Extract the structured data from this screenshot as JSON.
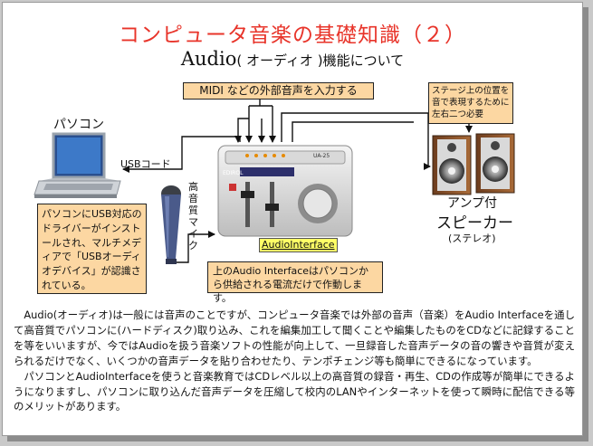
{
  "slide": {
    "title": "コンピュータ音楽の基礎知識（２）",
    "subtitle_en": "Audio",
    "subtitle_mid": "( オーディオ )",
    "subtitle_rest": "機能について"
  },
  "diagram": {
    "midi_box": "MIDI などの外部音声を入力する",
    "stage_box": "ステージ上の位置を音で表現するために左右二つ必要",
    "pc_label": "パソコン",
    "usb_label": "USBコード",
    "mic_label": "高音質マイク",
    "interface_label": "AudioInterface",
    "speaker_label_1": "アンプ付",
    "speaker_label_2": "スピーカー",
    "speaker_label_3": "(ステレオ)",
    "driver_note": "パソコンにUSB対応のドライバーがインストールされ、マルチメディアで「USBオーディオデバイス」が認識されている。",
    "power_note": "上のAudio Interfaceはパソコンから供給される電流だけで作動します。",
    "device_brand": "EDIROL",
    "device_model": "UA-25"
  },
  "body": {
    "paragraph1": "Audio(オーディオ)は一般には音声のことですが、コンピュータ音楽では外部の音声（音楽）をAudio Interfaceを通して高音質でパソコンに(ハードディスク)取り込み、これを編集加工して聞くことや編集したものをCDなどに記録することを等をいいますが、今ではAudioを扱う音楽ソフトの性能が向上して、一旦録音した音声データの音の響きや音質が変えられるだけでなく、いくつかの音声データを貼り合わせたり、テンポチェンジ等も簡単にできるになっています。",
    "paragraph2": "パソコンとAudioInterfaceを使うと音楽教育ではCDレベル以上の高音質の録音・再生、CDの作成等が簡単にできるようになりますし、パソコンに取り込んだ音声データを圧縮して校内のLANやインターネットを使って瞬時に配信できる等のメリットがあります。"
  },
  "colors": {
    "title": "#e8342a",
    "note_box_fill": "#fcd7a2",
    "interface_label_fill": "#ffff66"
  }
}
